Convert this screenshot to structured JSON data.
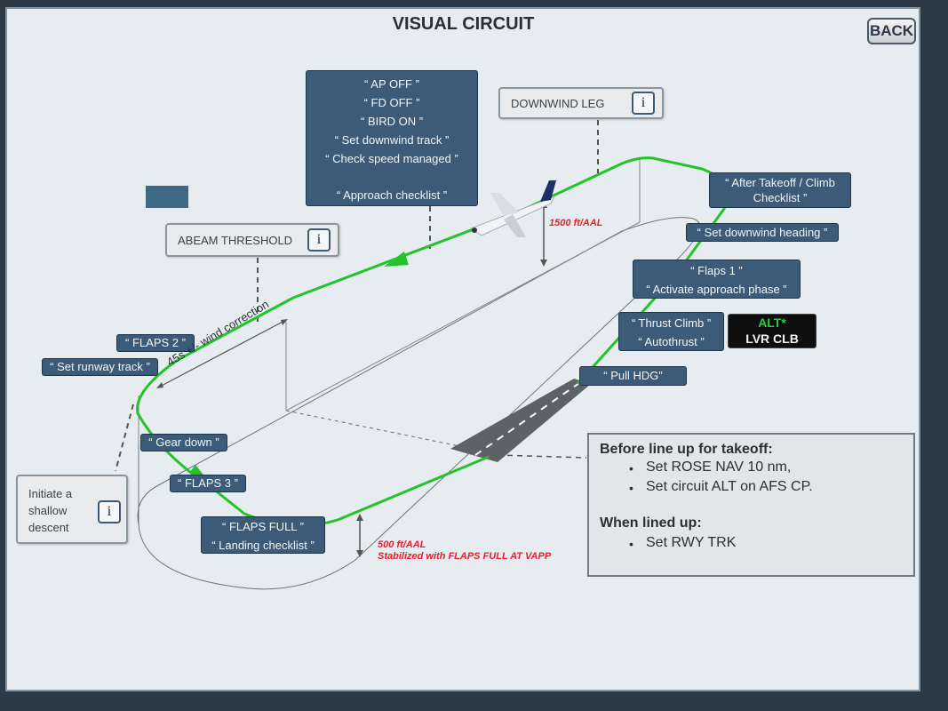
{
  "title": "VISUAL CIRCUIT",
  "back_label": "BACK",
  "downwind_leg": {
    "label": "DOWNWIND LEG",
    "info": "i"
  },
  "abeam_threshold": {
    "label": "ABEAM THRESHOLD",
    "info": "i"
  },
  "initiate_descent": {
    "lines": [
      "Initiate a",
      "shallow",
      "descent"
    ],
    "info": "i"
  },
  "callouts": {
    "ap_box": [
      "“ AP OFF ”",
      "“ FD OFF ”",
      "“ BIRD ON ”",
      "“ Set downwind track ”",
      "“ Check speed managed ”",
      "“ Approach checklist ”"
    ],
    "after_takeoff": [
      "“ After Takeoff / Climb",
      "Checklist ”"
    ],
    "set_downwind_heading": "“ Set downwind heading ”",
    "flaps1": [
      "“ Flaps 1 ”",
      "“ Activate approach phase ”"
    ],
    "thrust_climb": [
      "“ Thrust Climb ”",
      "“ Autothrust ”"
    ],
    "pull_hdg": "“ Pull HDG”",
    "flaps2": "“ FLAPS 2 ”",
    "set_runway_track": "“ Set runway track ”",
    "gear_down": "“ Gear down ”",
    "flaps3": "“ FLAPS 3 ”",
    "flaps_full": [
      "“ FLAPS FULL ”",
      "“ Landing checklist ”"
    ]
  },
  "fma": {
    "alt": "ALT*",
    "thrust": "LVR CLB"
  },
  "altitude_1500": "1500 ft/AAL",
  "altitude_500": "500 ft/AAL",
  "stabilized_note": "Stabilized with FLAPS FULL AT VAPP",
  "wind_correction": "45s +/- wind correction",
  "info_panel": {
    "heading1": "Before line up for takeoff:",
    "items1": [
      "Set ROSE NAV 10 nm,",
      "Set circuit ALT on AFS CP."
    ],
    "heading2": "When lined up:",
    "items2": [
      "Set RWY TRK"
    ]
  },
  "colors": {
    "path": "#22c42a",
    "callout_box": "#3c5b78",
    "alert_red": "#e8202c"
  }
}
